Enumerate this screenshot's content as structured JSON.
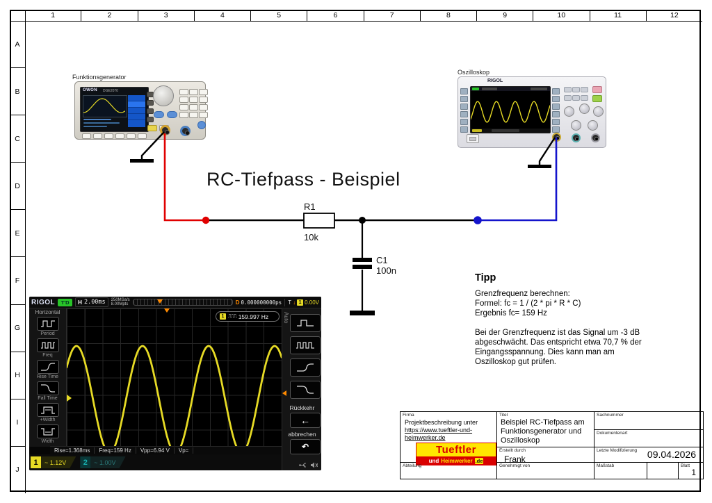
{
  "sheet": {
    "cols": [
      "1",
      "2",
      "3",
      "4",
      "5",
      "6",
      "7",
      "8",
      "9",
      "10",
      "11",
      "12"
    ],
    "rows": [
      "A",
      "B",
      "C",
      "D",
      "E",
      "F",
      "G",
      "H",
      "I",
      "J"
    ]
  },
  "labels": {
    "funcgen": "Funktionsgenerator",
    "scope": "Oszilloskop",
    "main_title": "RC-Tiefpass - Beispiel"
  },
  "circuit": {
    "r1_ref": "R1",
    "r1_value": "10k",
    "c1_ref": "C1",
    "c1_value": "100n"
  },
  "tip": {
    "heading": "Tipp",
    "para1": "Grenzfrequenz berechnen:\nFormel: fc = 1 / (2 * pi * R * C)\nErgebnis fc= 159 Hz",
    "para2": "Bei der Grenzfrequenz ist das Signal um -3 dB\nabgeschwächt. Das entspricht etwa 70,7 % der\nEingangsspannung. Dies kann man am\nOszilloskop gut prüfen."
  },
  "funcgen": {
    "brand": "OWON",
    "model": "DGE2070"
  },
  "scope_device": {
    "brand": "RIGOL"
  },
  "scope_ui": {
    "brand": "RIGOL",
    "trig_status": "T'D",
    "h_label": "H",
    "timebase": "2.00ms",
    "sample_rate": "250MSa/s",
    "mem_depth": "8.00Mpts",
    "delay_label": "D",
    "delay_value": "0.000000000ps",
    "trig_label": "T",
    "trig_ch": "1",
    "trig_level": "0.00V",
    "freq_ch": "1",
    "freq_glyph": "⎍⎍⎍",
    "freq_value": "159.997 Hz",
    "menu_title": "Horizontal",
    "menu_items": [
      "Period",
      "Freq",
      "Rise Time",
      "Fall Time",
      "+Width",
      "Width"
    ],
    "auto_label": "Auto",
    "return_label": "Rückkehr",
    "cancel_label": "abbrechen",
    "meas": [
      "Rise=1.368ms",
      "Freq=159 Hz",
      "Vpp=6.94 V",
      "Vp="
    ],
    "ch1_num": "1",
    "ch1_scale": "~ 1.12V",
    "ch2_num": "2",
    "ch2_scale": "~ 1.00V"
  },
  "title_block": {
    "firma_label": "Firma",
    "firma_line1": "Projektbeschreibung unter",
    "firma_link": "https://www.tueftler-und-heimwerker.de",
    "logo_top": "Tueftler",
    "logo_bottom_1": "und",
    "logo_bottom_2": "Heimwerker",
    "logo_bottom_3": ".de",
    "titel_label": "Titel",
    "titel_value": "Beispiel RC-Tiefpass am\nFunktionsgenerator und\nOszilloskop",
    "sachnummer_label": "Sachnummer",
    "dokumentenart_label": "Dokumentenart",
    "erstellt_label": "Erstellt durch",
    "erstellt_value": "Frank",
    "modifizierung_label": "Letzte Modifizierung",
    "modifizierung_value": "09.04.2026",
    "abteilung_label": "Abteilung",
    "genehmigt_label": "Genehmigt von",
    "massstab_label": "Maßstab",
    "blatt_label": "Blatt",
    "blatt_value": "1"
  },
  "colors": {
    "wire_red": "#e00000",
    "wire_blue": "#1414cc",
    "trace_yellow": "#e6da25",
    "trig_orange": "#ff8a00",
    "ch2_teal": "#18b0b0",
    "logo_red": "#d90000",
    "logo_yellow": "#ffe600",
    "td_green": "#28c428"
  }
}
